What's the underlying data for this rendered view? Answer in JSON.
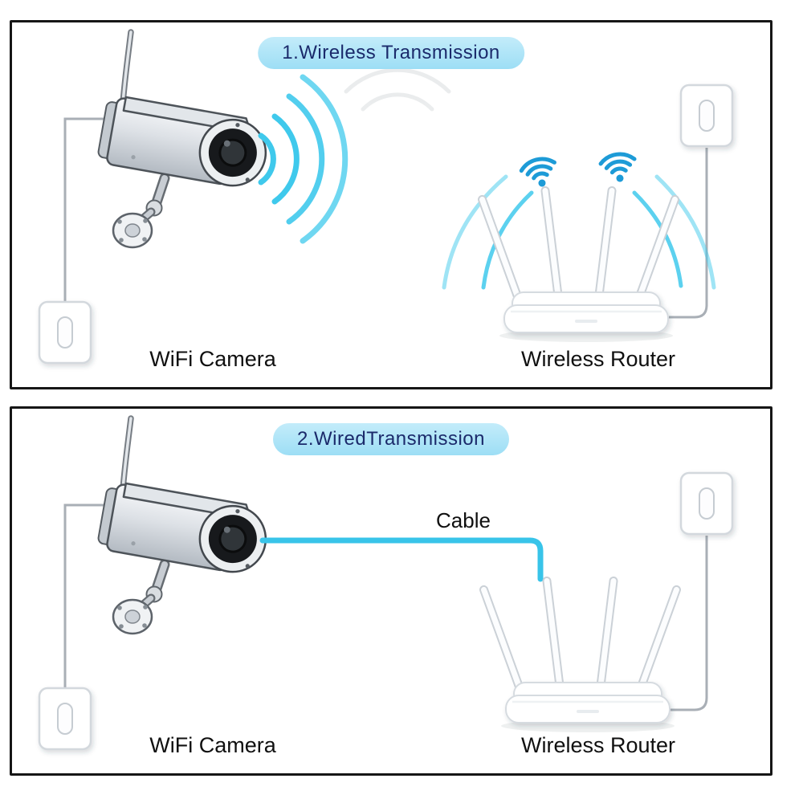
{
  "colors": {
    "accent_cyan": "#3fc9ec",
    "wifi_icon_blue": "#1d9bd7",
    "pill_bg": "#a8e2f6",
    "pill_text": "#1b2a6b",
    "panel_border": "#161616",
    "cord_gray": "#a9afb6",
    "label_text": "#101010"
  },
  "icons": {
    "wifi_icon": "wifi signal arcs with dot",
    "outlet_icon": "wall power outlet",
    "camera_icon": "bullet wifi camera",
    "router_icon": "four-antenna wireless router"
  },
  "panels": [
    {
      "id": "wireless",
      "title": "1.Wireless Transmission",
      "camera_label": "WiFi Camera",
      "router_label": "Wireless Router"
    },
    {
      "id": "wired",
      "title": "2.WiredTransmission",
      "cable_label": "Cable",
      "camera_label": "WiFi Camera",
      "router_label": "Wireless Router"
    }
  ]
}
